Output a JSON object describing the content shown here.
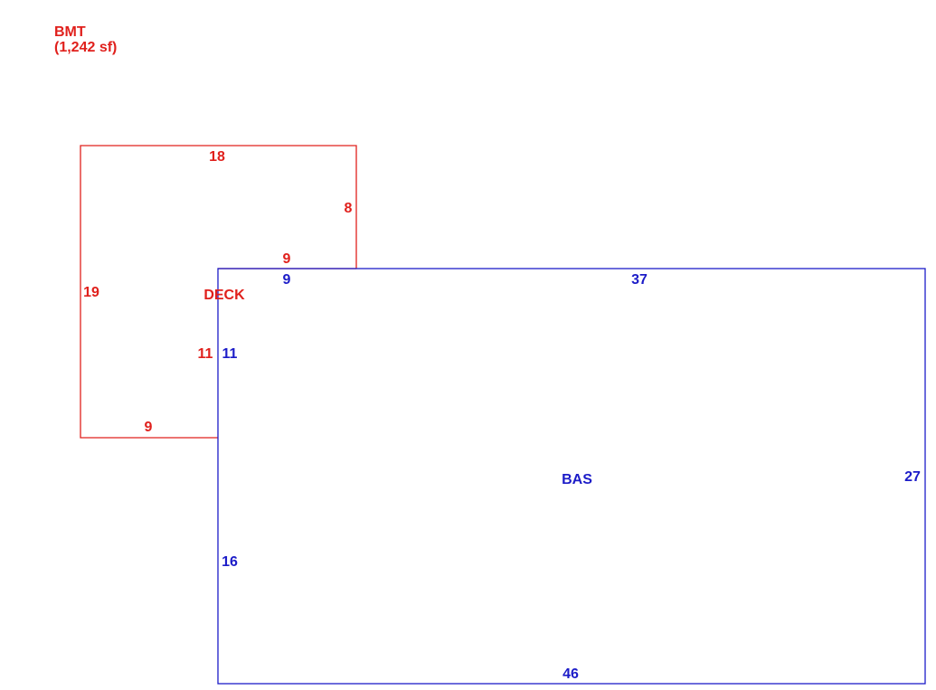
{
  "header": {
    "title": "BMT",
    "area": "(1,242 sf)"
  },
  "colors": {
    "deck": "#e0201c",
    "bas": "#1c1cc8"
  },
  "deck": {
    "name": "DECK",
    "dims": {
      "top": "18",
      "right_upper": "8",
      "notch_top": "9",
      "left": "19",
      "inner_right": "11",
      "bottom": "9"
    }
  },
  "bas": {
    "name": "BAS",
    "dims": {
      "top_left_segment": "9",
      "top": "37",
      "left_upper": "11",
      "right": "27",
      "left_lower": "16",
      "bottom": "46"
    }
  }
}
